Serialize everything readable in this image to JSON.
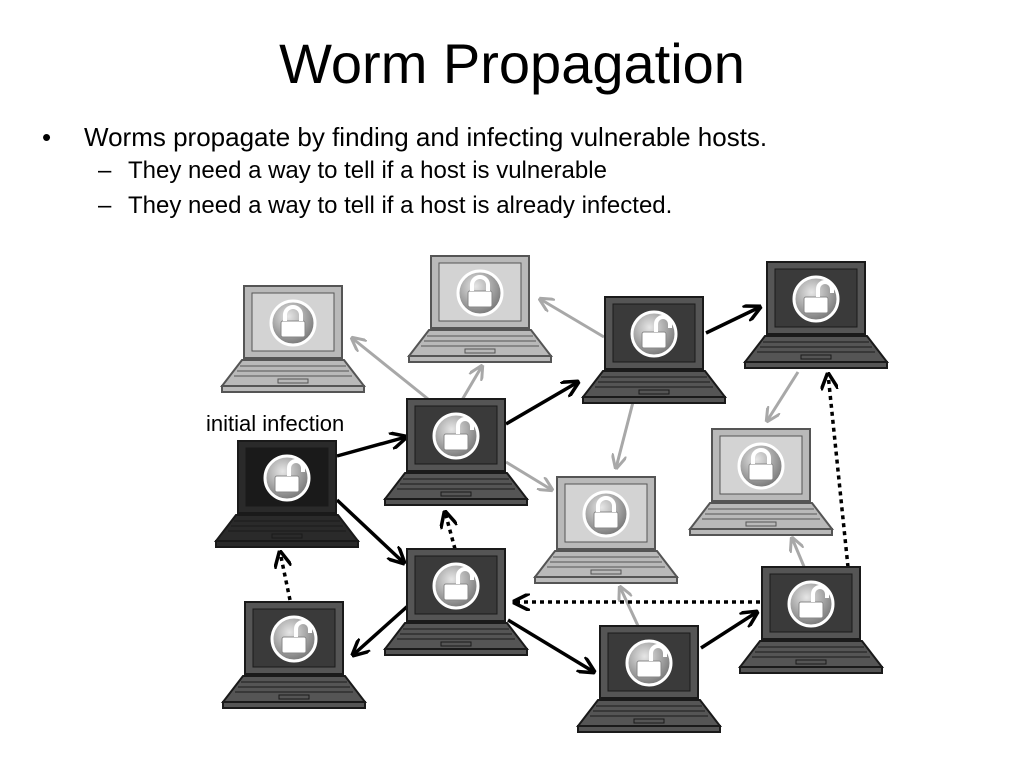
{
  "slide": {
    "title": "Worm Propagation",
    "bullets": [
      {
        "marker": "•",
        "text": "Worms propagate by finding and infecting vulnerable hosts.",
        "sub": [
          {
            "marker": "–",
            "text": "They need a way to tell if a host is vulnerable"
          },
          {
            "marker": "–",
            "text": "They need a way to tell if a host is already infected."
          }
        ]
      }
    ]
  },
  "diagram": {
    "annotation": "initial infection",
    "colors": {
      "infected_body": "#555555",
      "infected_screen": "#3a3a3a",
      "origin_body": "#2a2a2a",
      "origin_screen": "#1a1a1a",
      "vulnerable_body": "#b9b9b9",
      "vulnerable_screen": "#d3d3d3",
      "infection_arrow": "#000000",
      "probe_arrow": "#a8a8a8"
    },
    "hosts": [
      {
        "id": "h1",
        "state": "vulnerable",
        "lock": "locked"
      },
      {
        "id": "h2",
        "state": "vulnerable",
        "lock": "locked"
      },
      {
        "id": "h3",
        "state": "infected",
        "lock": "unlocked"
      },
      {
        "id": "h4",
        "state": "infected",
        "lock": "unlocked"
      },
      {
        "id": "h5",
        "state": "origin",
        "lock": "unlocked"
      },
      {
        "id": "h6",
        "state": "infected",
        "lock": "unlocked"
      },
      {
        "id": "h7",
        "state": "vulnerable",
        "lock": "locked"
      },
      {
        "id": "h8",
        "state": "vulnerable",
        "lock": "locked"
      },
      {
        "id": "h9",
        "state": "infected",
        "lock": "unlocked"
      },
      {
        "id": "h10",
        "state": "infected",
        "lock": "unlocked"
      },
      {
        "id": "h11",
        "state": "infected",
        "lock": "unlocked"
      },
      {
        "id": "h12",
        "state": "infected",
        "lock": "unlocked"
      }
    ],
    "connections": [
      {
        "from": "h5",
        "to": "h6",
        "kind": "infect"
      },
      {
        "from": "h5",
        "to": "h9",
        "kind": "infect"
      },
      {
        "from": "h6",
        "to": "h3",
        "kind": "infect"
      },
      {
        "from": "h3",
        "to": "h4",
        "kind": "infect"
      },
      {
        "from": "h9",
        "to": "h10",
        "kind": "infect"
      },
      {
        "from": "h9",
        "to": "h11",
        "kind": "infect"
      },
      {
        "from": "h11",
        "to": "h12",
        "kind": "infect"
      },
      {
        "from": "h6",
        "to": "h1",
        "kind": "probe"
      },
      {
        "from": "h6",
        "to": "h2",
        "kind": "probe"
      },
      {
        "from": "h6",
        "to": "h7",
        "kind": "probe"
      },
      {
        "from": "h3",
        "to": "h2",
        "kind": "probe"
      },
      {
        "from": "h3",
        "to": "h7",
        "kind": "probe"
      },
      {
        "from": "h4",
        "to": "h8",
        "kind": "probe"
      },
      {
        "from": "h11",
        "to": "h7",
        "kind": "probe"
      },
      {
        "from": "h12",
        "to": "h8",
        "kind": "probe"
      },
      {
        "from": "h10",
        "to": "h5",
        "kind": "check"
      },
      {
        "from": "h9",
        "to": "h6",
        "kind": "check"
      },
      {
        "from": "h12",
        "to": "h9",
        "kind": "check"
      },
      {
        "from": "h12",
        "to": "h4",
        "kind": "check"
      }
    ]
  }
}
